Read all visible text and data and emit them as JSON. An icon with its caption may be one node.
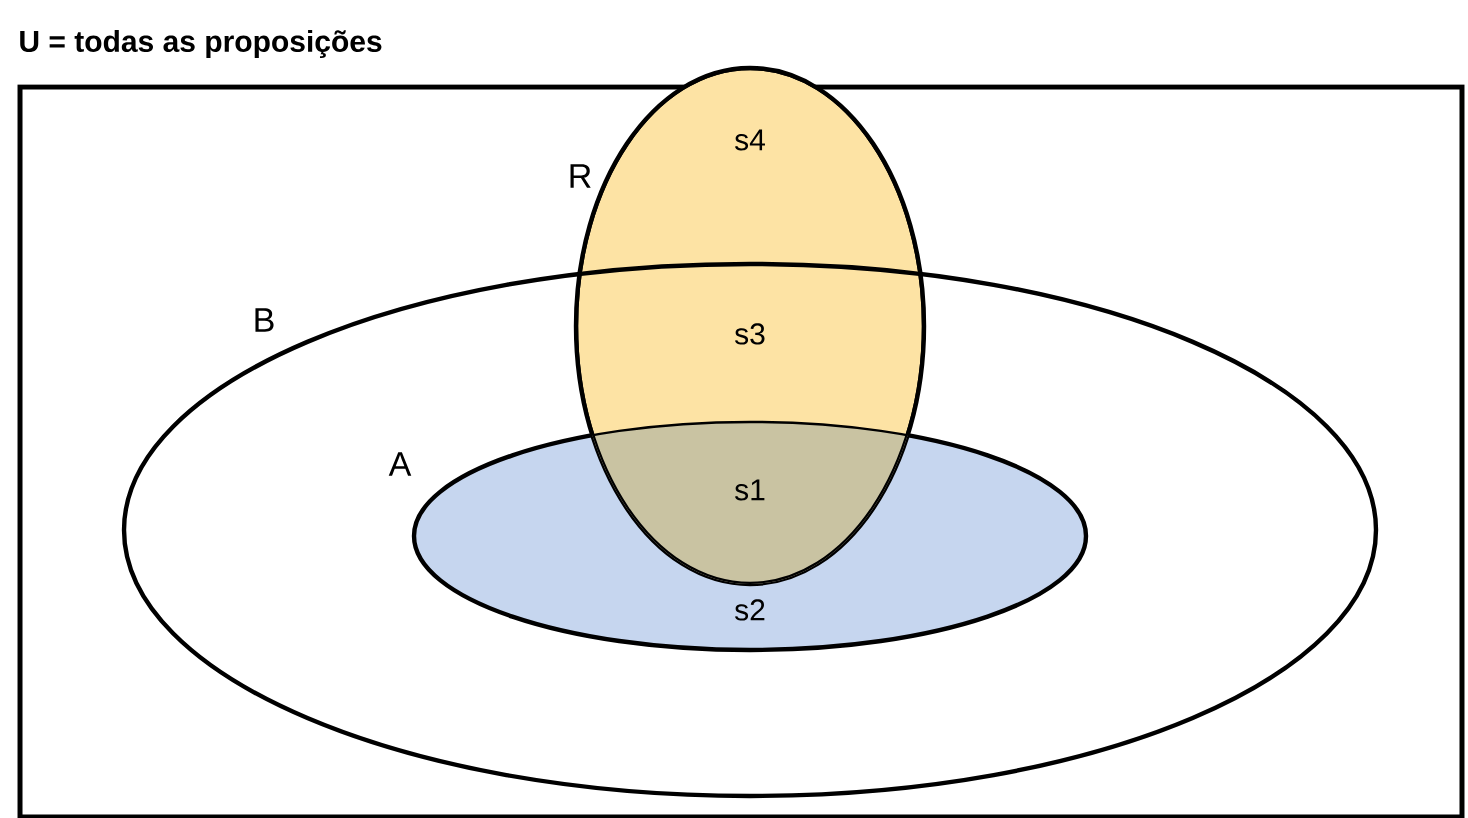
{
  "diagram": {
    "nodes": [
      {
        "text": [
          "U = todas as proposições"
        ]
      },
      {
        "text": [
          "B"
        ],
        "in": 0
      },
      {
        "text": [
          "A"
        ],
        "in": 1
      },
      {
        "text": [
          "R"
        ],
        "in": 0
      }
    ],
    "labels": [
      "s4",
      "s3",
      "s1",
      "s2"
    ]
  }
}
